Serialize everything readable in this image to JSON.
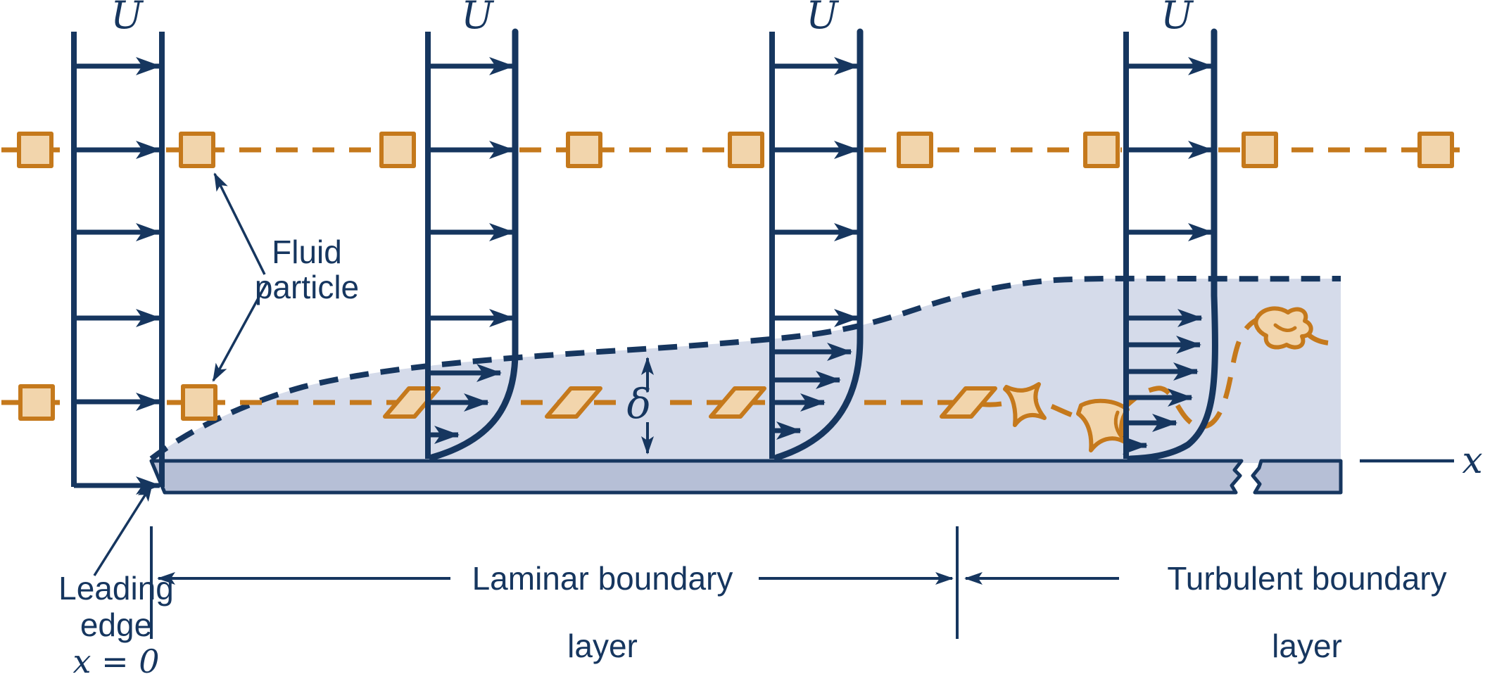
{
  "colors": {
    "navy": "#16365f",
    "orange": "#c5791c",
    "particle_fill": "#f2d5ac",
    "boundary_fill": "#d5dbea",
    "plate_fill": "#b6bfd6",
    "background": "#ffffff"
  },
  "diagram": {
    "velocity_profiles": [
      {
        "label": "U"
      },
      {
        "label": "U"
      },
      {
        "label": "U"
      },
      {
        "label": "U"
      }
    ],
    "fluid_particle_label": {
      "line1": "Fluid",
      "line2": "particle"
    },
    "delta_label": "δ",
    "x_axis_label": "x",
    "leading_edge_label": {
      "line1": "Leading",
      "line2": "edge",
      "line3": "x = 0"
    },
    "laminar_label": {
      "line1": "Laminar boundary",
      "line2": "layer"
    },
    "turbulent_label": {
      "line1": "Turbulent boundary",
      "line2": "layer"
    }
  }
}
